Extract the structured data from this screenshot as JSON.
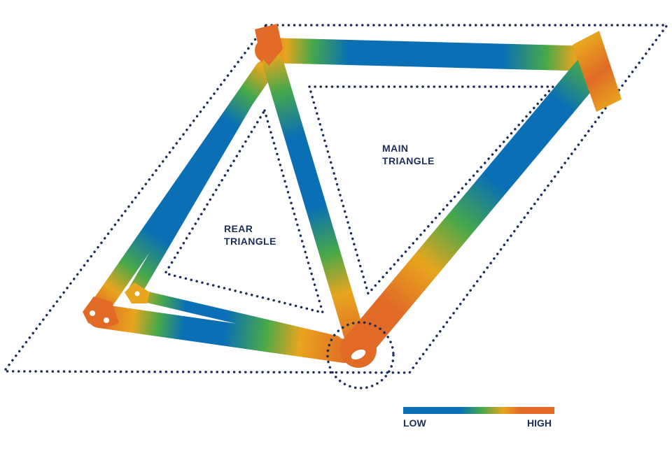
{
  "diagram": {
    "regions": {
      "main": {
        "line1": "MAIN",
        "line2": "TRIANGLE"
      },
      "rear": {
        "line1": "REAR",
        "line2": "TRIANGLE"
      }
    },
    "legend": {
      "low_label": "LOW",
      "high_label": "HIGH",
      "low_value": 0,
      "high_value": 1
    },
    "colors": {
      "low": "#0a6fb5",
      "mid_low": "#2a9c8e",
      "mid": "#47a84a",
      "mid_high": "#e8a51e",
      "high": "#e06a26",
      "outline": "#1c2e5a",
      "background": "#ffffff"
    }
  }
}
